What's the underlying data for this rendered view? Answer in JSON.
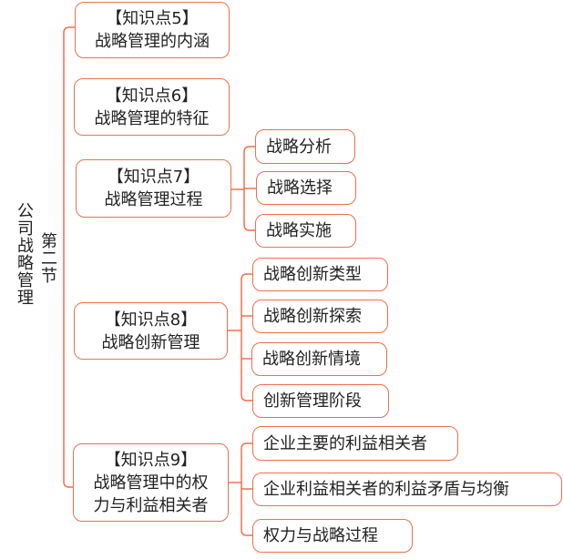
{
  "root_title": "公司战略管理",
  "section_title": "第二节",
  "colors": {
    "line": "#f0704f",
    "text": "#222222"
  },
  "topics": [
    {
      "tag": "【知识点5】",
      "lines": [
        "战略管理的内涵"
      ],
      "children": []
    },
    {
      "tag": "【知识点6】",
      "lines": [
        "战略管理的特征"
      ],
      "children": []
    },
    {
      "tag": "【知识点7】",
      "lines": [
        "战略管理过程"
      ],
      "children": [
        "战略分析",
        "战略选择",
        "战略实施"
      ]
    },
    {
      "tag": "【知识点8】",
      "lines": [
        "战略创新管理"
      ],
      "children": [
        "战略创新类型",
        "战略创新探索",
        "战略创新情境",
        "创新管理阶段"
      ]
    },
    {
      "tag": "【知识点9】",
      "lines": [
        "战略管理中的权",
        "力与利益相关者"
      ],
      "children": [
        "企业主要的利益相关者",
        "企业利益相关者的利益矛盾与均衡",
        "权力与战略过程"
      ]
    }
  ]
}
